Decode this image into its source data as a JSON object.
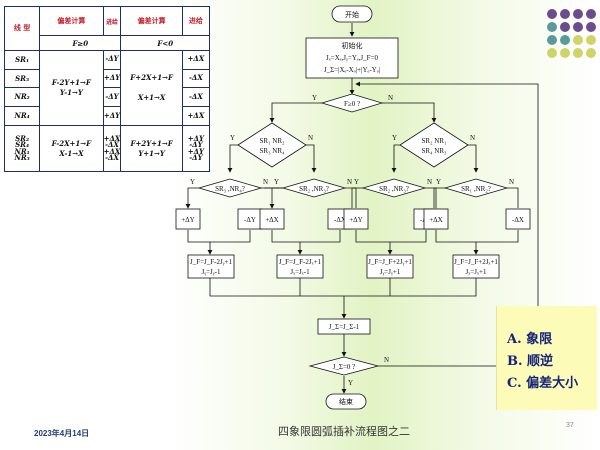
{
  "table": {
    "h_quadrant": "线 型",
    "h_calc1": "偏差计算",
    "h_feed1": "进给",
    "h_calc2": "偏差计算",
    "h_feed2": "进给",
    "f_ge0": "F≥0",
    "f_lt0": "F<0",
    "rows": [
      {
        "q": "SR₁",
        "f1": "-ΔY",
        "f2": "+ΔX"
      },
      {
        "q": "SR₃",
        "f1": "+ΔY",
        "f2": "-ΔX"
      },
      {
        "q": "NR₂",
        "f1": "-ΔY",
        "f2": "-ΔX"
      },
      {
        "q": "NR₄",
        "f1": "+ΔY",
        "f2": "+ΔX"
      }
    ],
    "calc_a1": "F-2Y+1→F",
    "calc_a2": "Y-1→Y",
    "calc_b1": "F+2X+1→F",
    "calc_b2": "X+1→X",
    "grp2_q": [
      "SR₂",
      "SR₄",
      "NR₁",
      "NR₃"
    ],
    "grp2_f1": [
      "+ΔX",
      "-ΔX",
      "+ΔX",
      "-ΔX"
    ],
    "calc_c1": "F-2X+1→F",
    "calc_c2": "X-1→X",
    "calc_d1": "F+2Y+1→F",
    "calc_d2": "Y+1→Y",
    "grp2_f2": [
      "+ΔY",
      "-ΔY",
      "+ΔY",
      "-ΔY"
    ]
  },
  "flow": {
    "start": "开始",
    "init_title": "初始化",
    "init_l1": "Jₓ=Xₑ,Jᵧ=Yₑ,J_F=0",
    "init_l2": "J_Σ=|Xₑ-Xₒ|+|Yₑ-Yₒ|",
    "decision_f": "F≥0 ?",
    "yes": "Y",
    "no": "N",
    "d_left_l1": "SR₁ NR₂",
    "d_left_l2": "SR₃ NR₄",
    "d_right_l1": "SR₂ NR₁",
    "d_right_l2": "SR₄ NR₃",
    "d_ll": "SR₃ ,NR₄?",
    "d_lr": "SR₂ ,NR₃?",
    "d_rl": "SR₂ ,NR₃?",
    "d_rr": "SR₁ ,NR₂?",
    "moves": [
      "+ΔY",
      "-ΔY",
      "+ΔX",
      "-ΔX",
      "+ΔY",
      "-ΔY",
      "+ΔX",
      "-ΔX"
    ],
    "calc1_l1": "J_F=J_F-2Jᵧ+1",
    "calc1_l2": "Jᵧ=Jᵧ-1",
    "calc2_l1": "J_F=J_F-2Jₓ+1",
    "calc2_l2": "Jₓ=Jₓ-1",
    "calc3_l1": "J_F=J_F+2Jᵧ+1",
    "calc3_l2": "Jᵧ=Jᵧ+1",
    "calc4_l1": "J_F=J_F+2Jₓ+1",
    "calc4_l2": "Jₓ=Jₓ+1",
    "count": "J_Σ=J_Σ-1",
    "decision_end": "J_Σ=0 ?",
    "end": "结束"
  },
  "note": {
    "a": "A. 象限",
    "b": "B. 顺逆",
    "c": "C. 偏差大小"
  },
  "footer": {
    "date": "2023年4月14日",
    "caption": "四象限圆弧插补流程图之二",
    "page": "37"
  },
  "colors": {
    "table_border": "#1d2f6b",
    "header_red": "#c2202a",
    "note_bg": "#fdfbb8",
    "note_text": "#16237a",
    "dot_purple": "#6b4c8c",
    "dot_teal": "#5a9a9a",
    "dot_yellow": "#cfd468"
  }
}
